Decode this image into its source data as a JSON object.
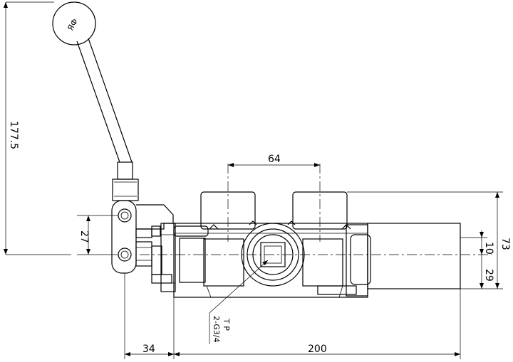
{
  "dimensions": {
    "handle_height": "177.5",
    "port_spacing": "64",
    "body_height": "73",
    "pivot_spacing": "27",
    "upper_offset": "10",
    "lower_offset": "29",
    "handle_offset": "34",
    "body_length": "200"
  },
  "annotations": {
    "knob_label": "ЯФ",
    "port_tp": "T P",
    "port_thread": "2-G3/4"
  }
}
